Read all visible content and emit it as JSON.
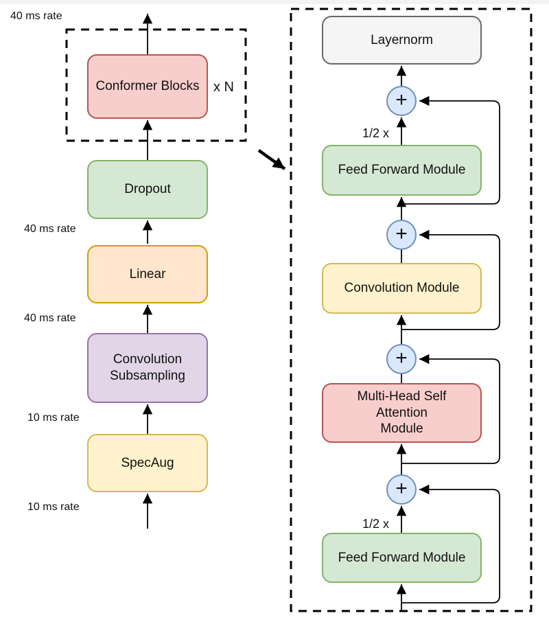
{
  "left_pipeline": {
    "rate_labels": [
      "40 ms rate",
      "40 ms rate",
      "40 ms rate",
      "10 ms rate",
      "10 ms rate"
    ],
    "blocks": {
      "conformer": {
        "label": "Conformer Blocks",
        "repeat_label": "x N"
      },
      "dropout": {
        "label": "Dropout"
      },
      "linear": {
        "label": "Linear"
      },
      "conv_subsampling": {
        "label_lines": [
          "Convolution",
          "Subsampling"
        ]
      },
      "specaug": {
        "label": "SpecAug"
      }
    }
  },
  "conformer_block_detail": {
    "layernorm": {
      "label": "Layernorm"
    },
    "ff_top": {
      "label": "Feed Forward Module",
      "scale_label": "1/2 x"
    },
    "conv_module": {
      "label": "Convolution Module"
    },
    "mhsa": {
      "label_lines": [
        "Multi-Head Self Attention",
        "Module"
      ]
    },
    "ff_bottom": {
      "label": "Feed Forward Module",
      "scale_label": "1/2 x"
    },
    "plus_symbol": "+"
  },
  "colors": {
    "red_fill": "#f8cecc",
    "red_stroke": "#b85450",
    "green_fill": "#d5e8d4",
    "green_stroke": "#82b366",
    "orange_fill": "#ffe6cc",
    "orange_stroke": "#d79b00",
    "purple_fill": "#e1d5e7",
    "purple_stroke": "#9673a6",
    "yellow_fill": "#fff2cc",
    "yellow_stroke": "#d6b656",
    "gray_fill": "#f5f5f5",
    "gray_stroke": "#666666",
    "plus_fill": "#dae8fc",
    "plus_stroke": "#6c8ebf",
    "line": "#000000"
  }
}
